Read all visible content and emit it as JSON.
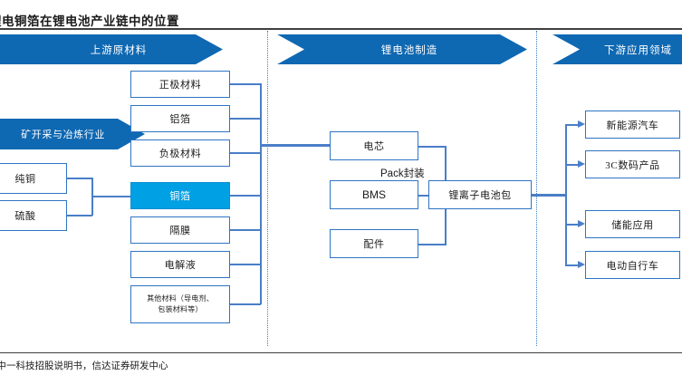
{
  "header": {
    "title": "锂电铜箔在锂电池产业链中的位置"
  },
  "footer": {
    "source": "：中一科技招股说明书，信达证券研发中心"
  },
  "colors": {
    "banner_blue": "#0f68b2",
    "box_border": "#2e75c4",
    "highlight_fill": "#00a0e4",
    "connector": "#4a7ec8",
    "separator": "#3f7fbf"
  },
  "stages": [
    {
      "id": "upstream",
      "label": "上游原材料"
    },
    {
      "id": "manufacture",
      "label": "锂电池制造"
    },
    {
      "id": "downstream",
      "label": "下游应用领域"
    }
  ],
  "mining": {
    "label": "矿开采与冶炼行业"
  },
  "raw_inputs": [
    {
      "label": "纯铜"
    },
    {
      "label": "硫酸"
    }
  ],
  "materials": [
    {
      "label": "正极材料",
      "highlight": false
    },
    {
      "label": "铝箔",
      "highlight": false
    },
    {
      "label": "负极材料",
      "highlight": false
    },
    {
      "label": "铜箔",
      "highlight": true
    },
    {
      "label": "隔膜",
      "highlight": false
    },
    {
      "label": "电解液",
      "highlight": false
    },
    {
      "label": "其他材料（导电剂、",
      "label2": "包装材料等）",
      "highlight": false
    }
  ],
  "cell_components": [
    {
      "label": "电芯"
    },
    {
      "label": "BMS"
    },
    {
      "label": "配件"
    }
  ],
  "pack": {
    "process_label": "Pack",
    "process_label_cjk": "封装",
    "output_label": "锂离子电池包"
  },
  "applications": [
    {
      "label": "新能源汽车"
    },
    {
      "label": "3C数码产品"
    },
    {
      "label": "储能应用"
    },
    {
      "label": "电动自行车"
    }
  ]
}
